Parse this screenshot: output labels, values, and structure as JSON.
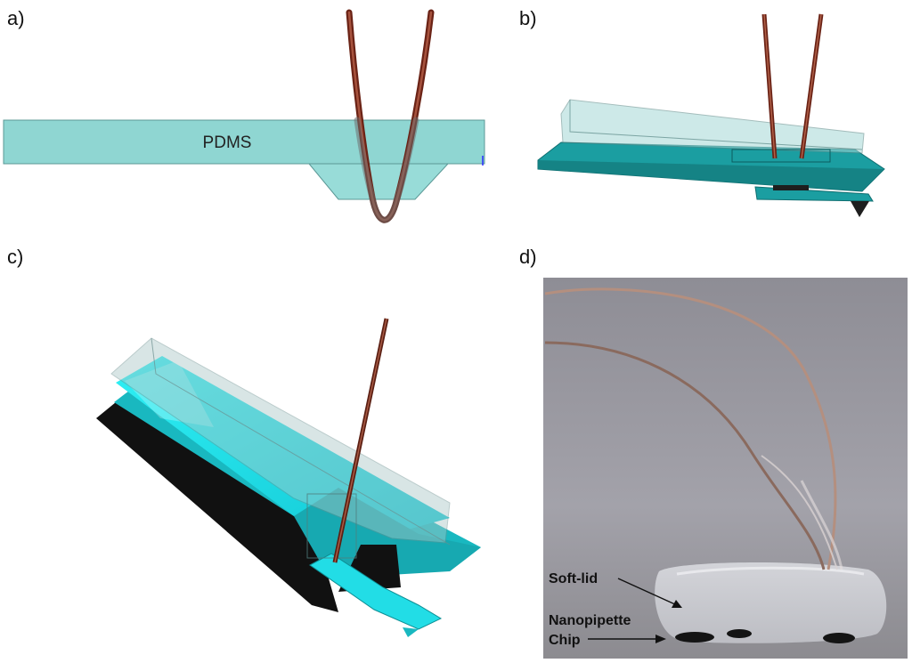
{
  "panels": [
    {
      "label": "a)"
    },
    {
      "label": "b)"
    },
    {
      "label": "c)"
    },
    {
      "label": "d)"
    }
  ],
  "panel_a": {
    "material_label": "PDMS"
  },
  "panel_d": {
    "annotation_lid": "Soft-lid",
    "annotation_chip_line1": "Nanopipette",
    "annotation_chip_line2": "Chip"
  },
  "colors": {
    "pdms": "#8fd6d2",
    "chip_teal": "#1aa8aa",
    "bright_cyan": "#22e6f0",
    "wire": "#7a2b1c",
    "dark": "#151515",
    "photo_bg": "#9a9aa2"
  }
}
